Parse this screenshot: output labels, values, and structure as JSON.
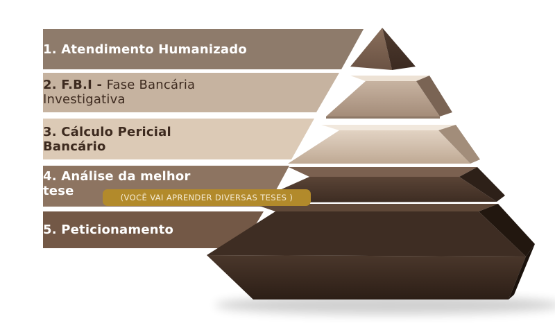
{
  "steps": [
    {
      "number": "1.",
      "title": "Atendimento Humanizado",
      "title_bold": "",
      "title_rest": "",
      "line2": ""
    },
    {
      "number": "2.",
      "title": "",
      "title_bold": "F.B.I -",
      "title_rest": "Fase Bancária",
      "line2": "Investigativa"
    },
    {
      "number": "3.",
      "title": "Cálculo Pericial",
      "title_bold": "",
      "title_rest": "",
      "line2": "Bancário"
    },
    {
      "number": "4.",
      "title": "Análise da melhor",
      "title_bold": "",
      "title_rest": "",
      "line2": "tese"
    },
    {
      "number": "5.",
      "title": "Peticionamento",
      "title_bold": "",
      "title_rest": "",
      "line2": ""
    }
  ],
  "note": "(VOCÊ VAI APRENDER DIVERSAS TESES )",
  "colors": {
    "band_1": "#8e7b6b",
    "band_2": "#c6b3a0",
    "band_3": "#dccab6",
    "band_4": "#8d7461",
    "band_5": "#735846",
    "text_dark": "#3d2a1f",
    "text_light": "#ffffff",
    "accent": "#b28a2b"
  }
}
